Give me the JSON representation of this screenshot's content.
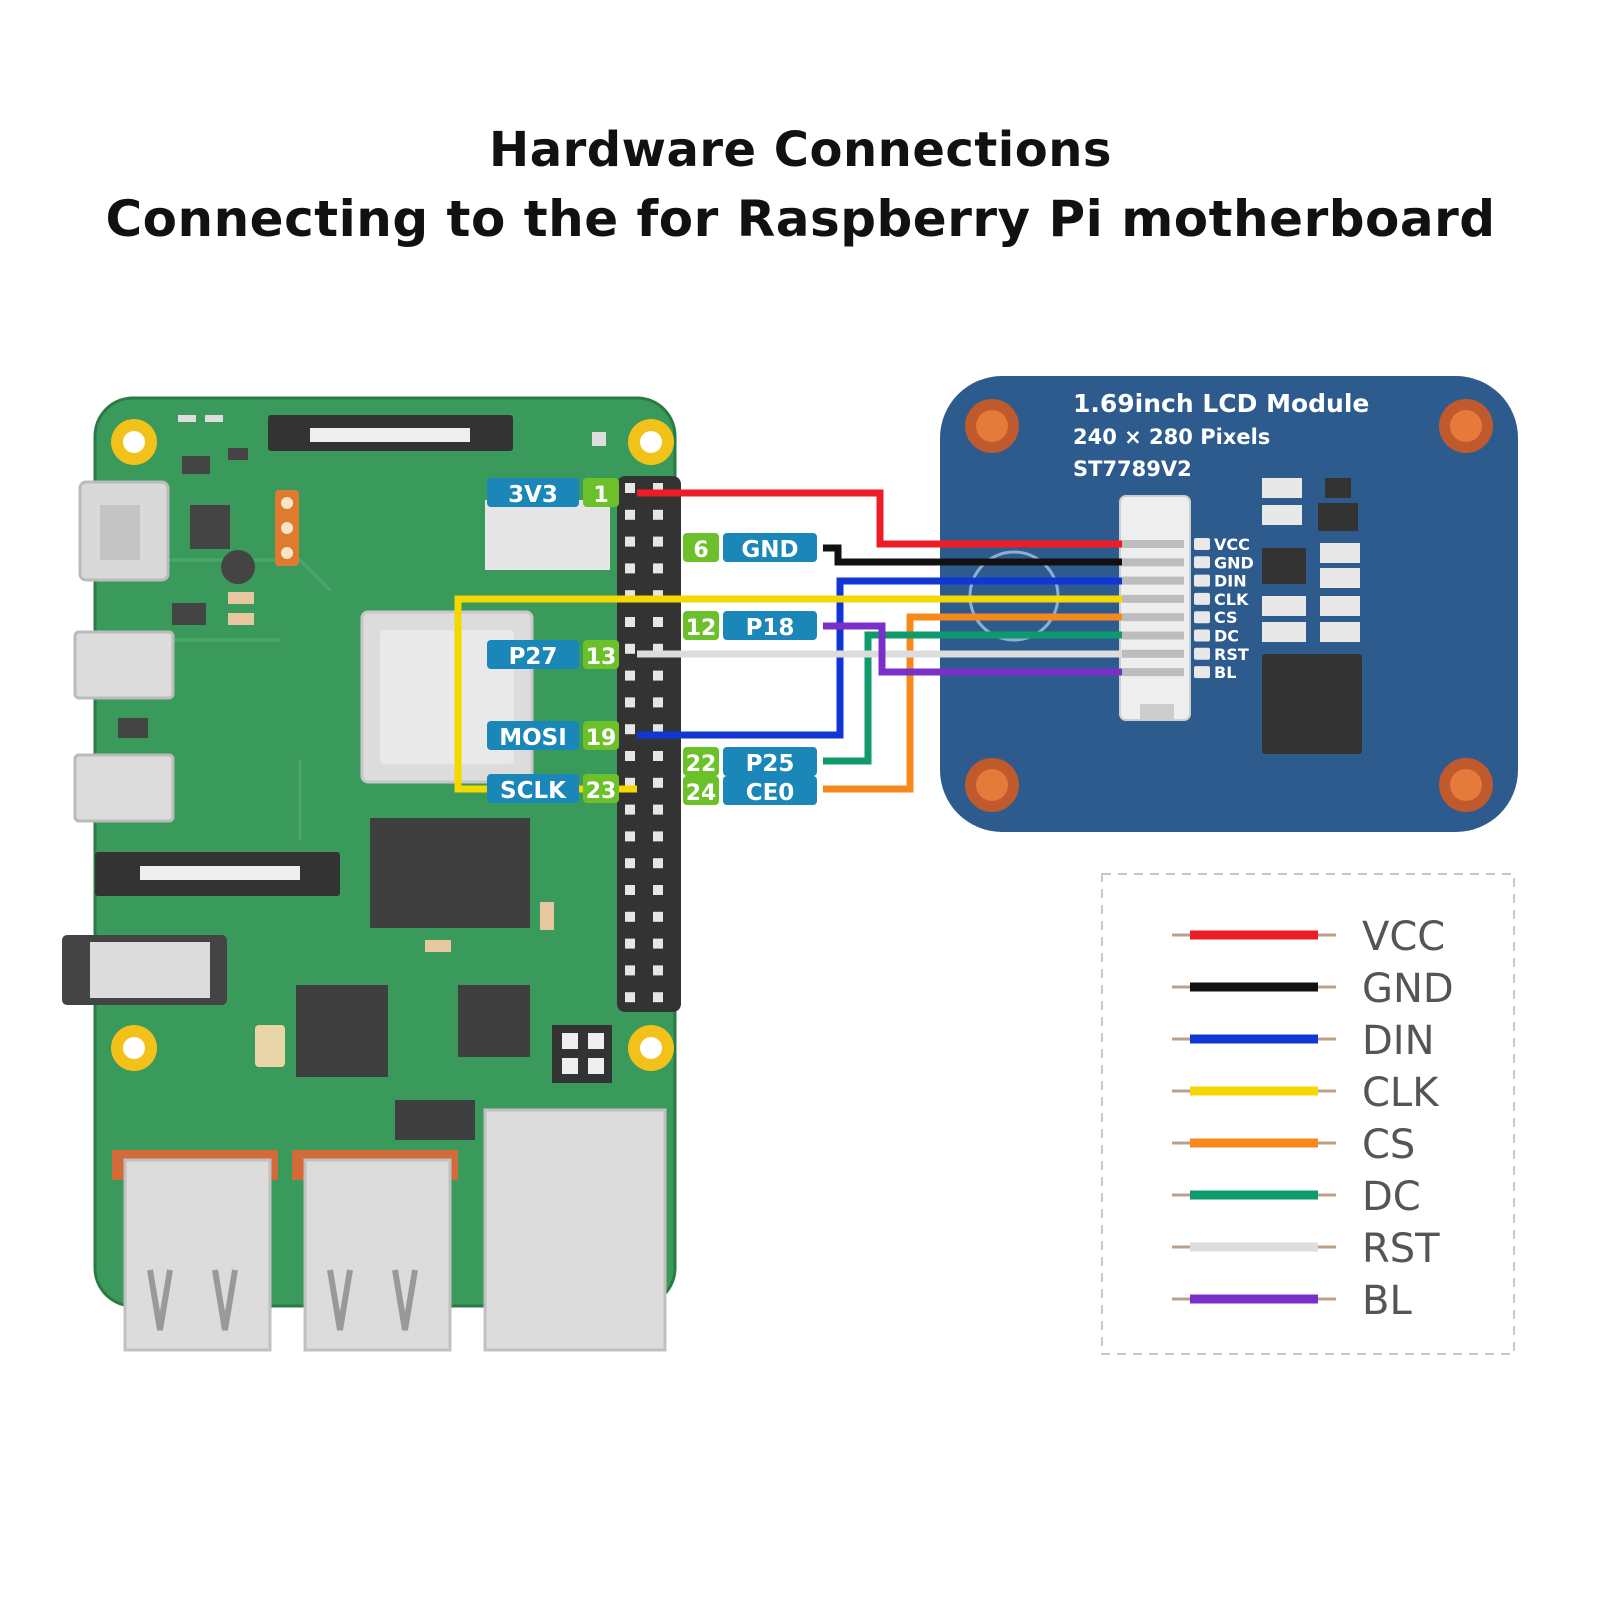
{
  "header": {
    "title": "Hardware Connections",
    "subtitle": "Connecting to the for Raspberry Pi motherboard"
  },
  "lcd_module": {
    "name": "1.69inch LCD Module",
    "resolution": "240 × 280 Pixels",
    "driver": "ST7789V2",
    "pins": [
      "VCC",
      "GND",
      "DIN",
      "CLK",
      "CS",
      "DC",
      "RST",
      "BL"
    ]
  },
  "pi_pins": {
    "p1": {
      "num": "1",
      "label": "3V3"
    },
    "p6": {
      "num": "6",
      "label": "GND"
    },
    "p12": {
      "num": "12",
      "label": "P18"
    },
    "p13": {
      "num": "13",
      "label": "P27"
    },
    "p19": {
      "num": "19",
      "label": "MOSI"
    },
    "p22": {
      "num": "22",
      "label": "P25"
    },
    "p23": {
      "num": "23",
      "label": "SCLK"
    },
    "p24": {
      "num": "24",
      "label": "CE0"
    }
  },
  "legend": [
    {
      "label": "VCC",
      "color": "#ee1c24"
    },
    {
      "label": "GND",
      "color": "#111111"
    },
    {
      "label": "DIN",
      "color": "#1036d6"
    },
    {
      "label": "CLK",
      "color": "#f5d800"
    },
    {
      "label": "CS",
      "color": "#f7891c"
    },
    {
      "label": "DC",
      "color": "#0e9a6c"
    },
    {
      "label": "RST",
      "color": "#dcdcdc"
    },
    {
      "label": "BL",
      "color": "#7a2fc8"
    }
  ],
  "colors": {
    "pcb_green": "#3a9a5c",
    "lcd_blue": "#2e5b8e",
    "pin_label_blue": "#1a87b8",
    "pin_num_green": "#6cc02a"
  }
}
